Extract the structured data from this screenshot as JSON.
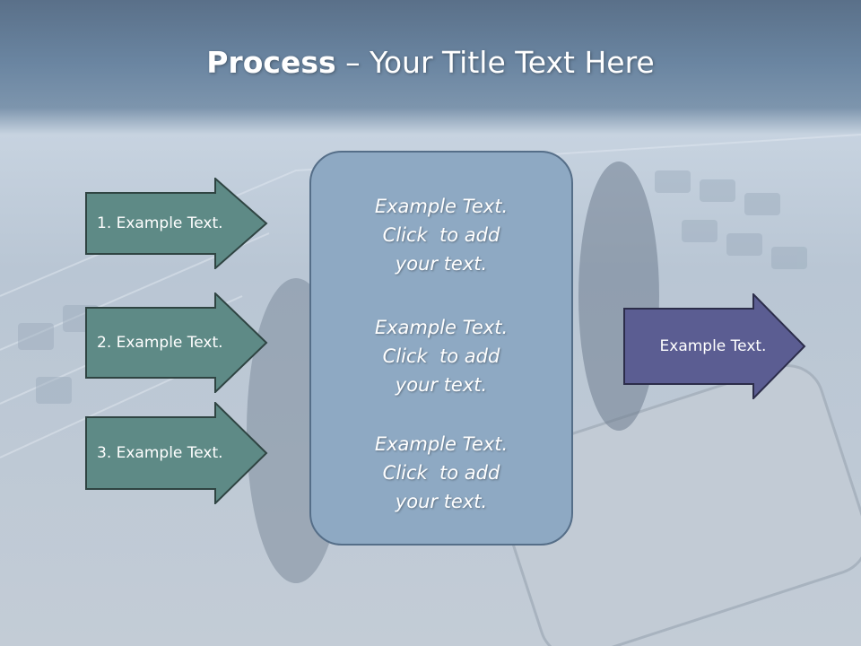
{
  "slide": {
    "title_bold": "Process",
    "title_dash": " – ",
    "title_rest": "Your Title Text Here"
  },
  "left_arrows": [
    {
      "label": "1. Example Text."
    },
    {
      "label": "2. Example Text."
    },
    {
      "label": "3. Example Text."
    }
  ],
  "center_items": [
    {
      "line1": "Example Text.",
      "line2": "Click  to add",
      "line3": "your text."
    },
    {
      "line1": "Example Text.",
      "line2": "Click  to add",
      "line3": "your text."
    },
    {
      "line1": "Example Text.",
      "line2": "Click  to add",
      "line3": "your text."
    }
  ],
  "right_arrow": {
    "label": "Example Text."
  },
  "colors": {
    "left_arrow_fill": "#5e8a86",
    "right_arrow_fill": "#5b5d92",
    "center_fill": "#8ea9c3",
    "title_band": "#5a7089"
  }
}
